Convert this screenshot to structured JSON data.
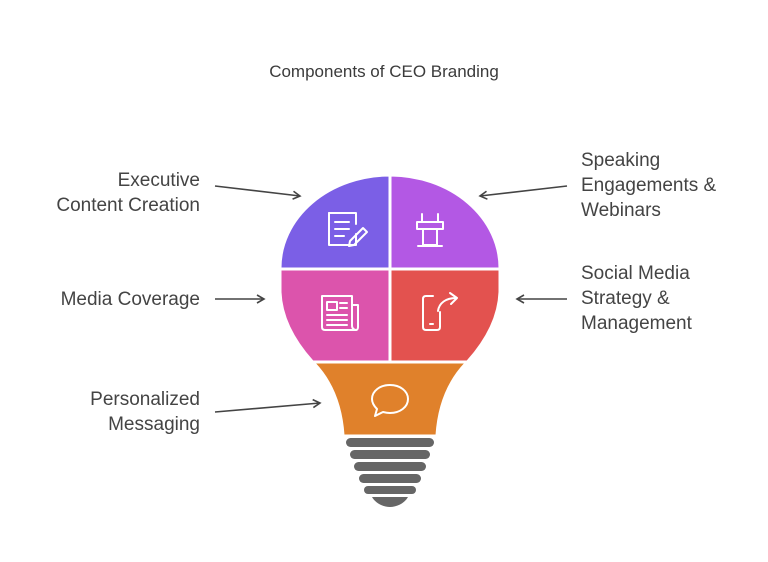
{
  "title": "Components of CEO Branding",
  "colors": {
    "content": "#7b5fe6",
    "speaking": "#b358e4",
    "media": "#dc54ac",
    "social": "#e3524f",
    "messaging": "#e0812b",
    "base": "#666666",
    "arrow": "#444444"
  },
  "components": {
    "content": {
      "lines": [
        "Executive",
        "Content Creation"
      ],
      "icon": "document-pen-icon"
    },
    "speaking": {
      "lines": [
        "Speaking",
        "Engagements &",
        "Webinars"
      ],
      "icon": "podium-icon"
    },
    "media": {
      "lines": [
        "Media Coverage"
      ],
      "icon": "newspaper-icon"
    },
    "social": {
      "lines": [
        "Social Media",
        "Strategy &",
        "Management"
      ],
      "icon": "phone-share-icon"
    },
    "messaging": {
      "lines": [
        "Personalized",
        "Messaging"
      ],
      "icon": "speech-bubble-icon"
    }
  }
}
